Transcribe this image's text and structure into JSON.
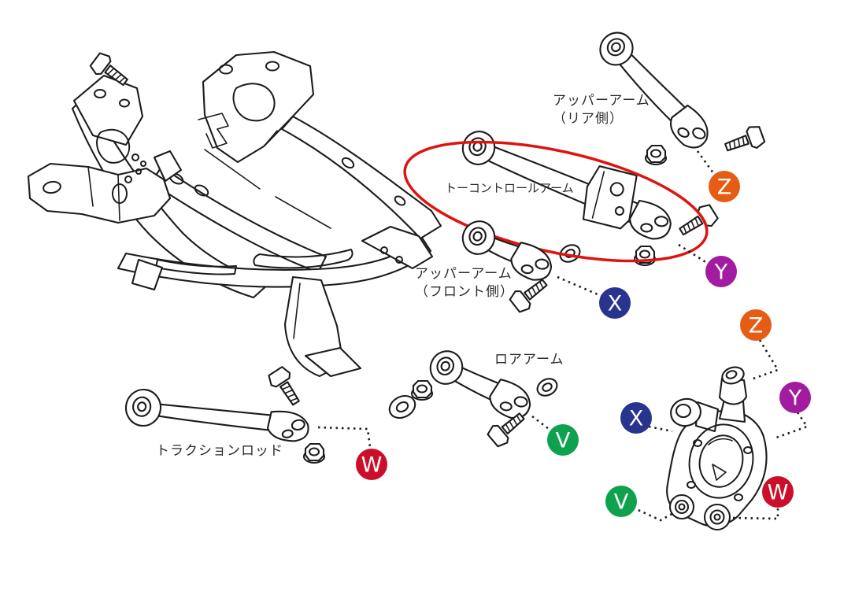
{
  "diagram": {
    "labels": {
      "upper_arm_rear_line1": "アッパーアーム",
      "upper_arm_rear_line2": "（リア側）",
      "toe_control_arm": "トーコントロールアーム",
      "upper_arm_front_line1": "アッパーアーム",
      "upper_arm_front_line2": "（フロント側）",
      "lower_arm": "ロアアーム",
      "traction_rod": "トラクションロッド"
    },
    "badges": [
      {
        "id": "z1",
        "letter": "Z",
        "color": "#E55C14"
      },
      {
        "id": "y1",
        "letter": "Y",
        "color": "#A11C9E"
      },
      {
        "id": "x1",
        "letter": "X",
        "color": "#28348D"
      },
      {
        "id": "z2",
        "letter": "Z",
        "color": "#E55C14"
      },
      {
        "id": "y2",
        "letter": "Y",
        "color": "#A11C9E"
      },
      {
        "id": "x2",
        "letter": "X",
        "color": "#28348D"
      },
      {
        "id": "v1",
        "letter": "V",
        "color": "#0FA24E"
      },
      {
        "id": "w1",
        "letter": "W",
        "color": "#CB0E29"
      },
      {
        "id": "v2",
        "letter": "V",
        "color": "#0FA24E"
      },
      {
        "id": "w2",
        "letter": "W",
        "color": "#CB0E29"
      }
    ],
    "colors": {
      "highlight": "#DD1512",
      "line": "#1c1c1c",
      "background": "#ffffff"
    }
  }
}
